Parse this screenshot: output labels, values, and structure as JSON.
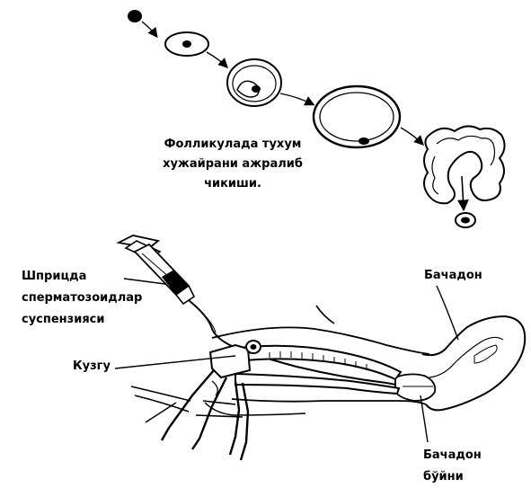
{
  "labels": {
    "follicle_caption": [
      "Фолликулада тухум",
      "хужайрани ажралиб",
      "чикиши."
    ],
    "syringe_caption": [
      "Шприцда",
      "сперматозоидлар",
      "суспензияси"
    ],
    "speculum": "Кузгу",
    "uterus": "Бачадон",
    "cervix": [
      "Бачадон",
      "бўйни"
    ]
  },
  "colors": {
    "ink": "#000000",
    "background": "#ffffff"
  }
}
